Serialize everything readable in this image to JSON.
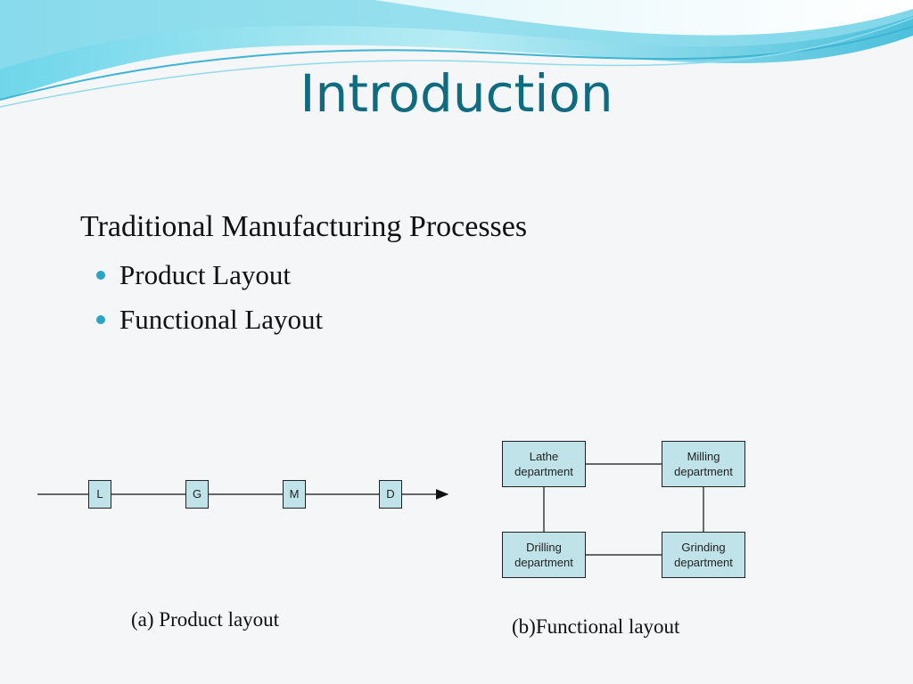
{
  "slide": {
    "title": "Introduction",
    "heading": "Traditional Manufacturing Processes",
    "bullets": [
      "Product Layout",
      "Functional Layout"
    ]
  },
  "product_layout": {
    "stations": [
      "L",
      "G",
      "M",
      "D"
    ],
    "caption": "(a) Product layout"
  },
  "functional_layout": {
    "departments": {
      "lathe": [
        "Lathe",
        "department"
      ],
      "milling": [
        "Milling",
        "department"
      ],
      "drilling": [
        "Drilling",
        "department"
      ],
      "grinding": [
        "Grinding",
        "department"
      ]
    },
    "caption": "(b)Functional layout"
  },
  "colors": {
    "title": "#0f6b80",
    "accent": "#2aa5c8",
    "box_fill": "#bfe3e8",
    "wave_light": "#9fe0ee",
    "wave_mid": "#58c4df"
  }
}
